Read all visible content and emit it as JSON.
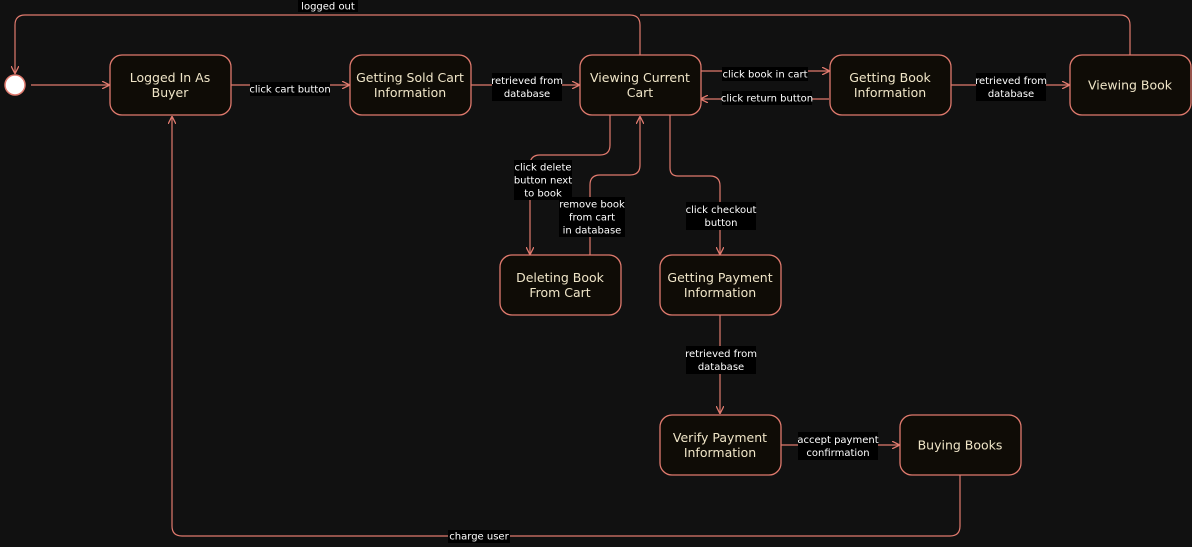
{
  "diagram": {
    "states": {
      "logged_in": [
        "Logged In As",
        "Buyer"
      ],
      "getting_sold_cart": [
        "Getting Sold Cart",
        "Information"
      ],
      "viewing_cart": [
        "Viewing Current",
        "Cart"
      ],
      "getting_book_info": [
        "Getting Book",
        "Information"
      ],
      "viewing_book": [
        "Viewing Book"
      ],
      "deleting_book": [
        "Deleting Book",
        "From Cart"
      ],
      "getting_payment": [
        "Getting Payment",
        "Information"
      ],
      "verify_payment": [
        "Verify Payment",
        "Information"
      ],
      "buying_books": [
        "Buying Books"
      ]
    },
    "labels": {
      "logged_out": [
        "logged out"
      ],
      "click_cart": [
        "click cart button"
      ],
      "retrieved_cart": [
        "retrieved from",
        "database"
      ],
      "click_book": [
        "click book in cart"
      ],
      "click_return": [
        "click return button"
      ],
      "retrieved_book": [
        "retrieved from",
        "database"
      ],
      "click_delete": [
        "click delete",
        "button next",
        "to book"
      ],
      "remove_book": [
        "remove book",
        "from cart",
        "in database"
      ],
      "click_checkout": [
        "click checkout",
        "button"
      ],
      "retrieved_payment": [
        "retrieved from",
        "database"
      ],
      "accept_payment": [
        "accept payment",
        "confirmation"
      ],
      "charge_user": [
        "charge user"
      ]
    }
  }
}
